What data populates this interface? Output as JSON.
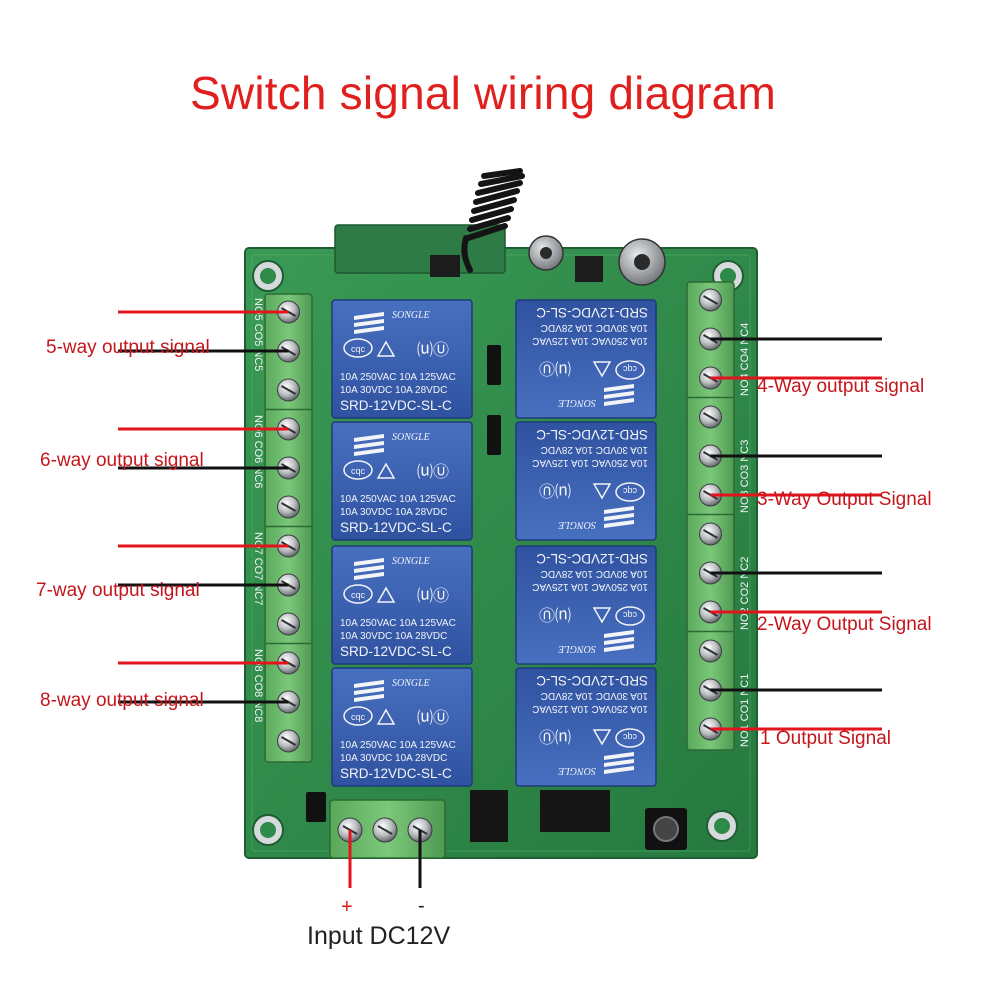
{
  "title": "Switch signal wiring diagram",
  "relay": {
    "brand": "SONGLE",
    "rating_1": "10A 250VAC   10A 125VAC",
    "rating_2": "10A  30VDC   10A  28VDC",
    "model": "SRD-12VDC-SL-C",
    "cert": "cqc"
  },
  "outputs": {
    "left": [
      "5-way output signal",
      "6-way output signal",
      "7-way output signal",
      "8-way output signal"
    ],
    "right": [
      "4-Way output signal",
      "3-Way Output Signal",
      "2-Way Output Signal",
      "1 Output Signal"
    ]
  },
  "pins": {
    "left": [
      "NO5 CO5 NC5",
      "NO6 CO6 NC6",
      "NO7 CO7 NC7",
      "NO8 CO8 NC8"
    ],
    "right": [
      "NO4 CO4 NC4",
      "NO3 CO3 NC3",
      "NO2 CO2 NC2",
      "NO1 CO1 NC1"
    ]
  },
  "power": {
    "plus": "+",
    "minus": "-",
    "label": "Input DC12V"
  },
  "colors": {
    "board": "#2e8a49",
    "relay": "#3a5fae",
    "terminal": "#6cb86a",
    "positive_wire": "#e3141c",
    "negative_wire": "#111111"
  }
}
